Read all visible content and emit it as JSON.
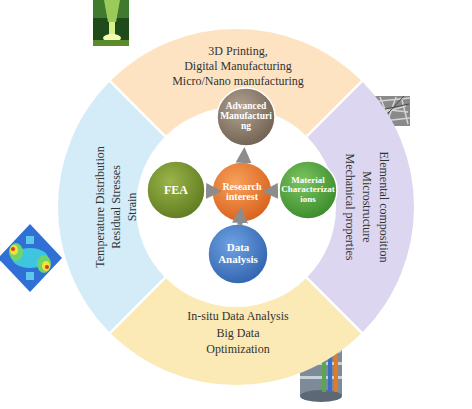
{
  "diagram": {
    "nodes": [
      {
        "text": [
          "3D Printing,",
          "Digital Manufacturing",
          "Micro/Nano manufacturing"
        ]
      },
      {
        "text": [
          "Temperature Distribution",
          "Residual Stresses",
          "Strain"
        ]
      },
      {
        "text": [
          "Mechanical properties",
          "Microstructure",
          "Elemental composition"
        ]
      },
      {
        "text": [
          "In-situ Data Analysis",
          "Big Data",
          "Optimization"
        ]
      },
      {
        "text": [
          "Research interest"
        ]
      },
      {
        "text": [
          "Advanced Manufacturing"
        ]
      },
      {
        "text": [
          "FEA"
        ]
      },
      {
        "text": [
          "Material Characterizations"
        ]
      },
      {
        "text": [
          "Data Analysis"
        ]
      }
    ],
    "edges": [
      {
        "from": 4,
        "to": 5,
        "arrow": "to"
      },
      {
        "from": 4,
        "to": 7,
        "arrow": "to"
      },
      {
        "from": 4,
        "to": 8,
        "arrow": "to"
      },
      {
        "from": 4,
        "to": 6,
        "arrow": "to"
      }
    ]
  }
}
